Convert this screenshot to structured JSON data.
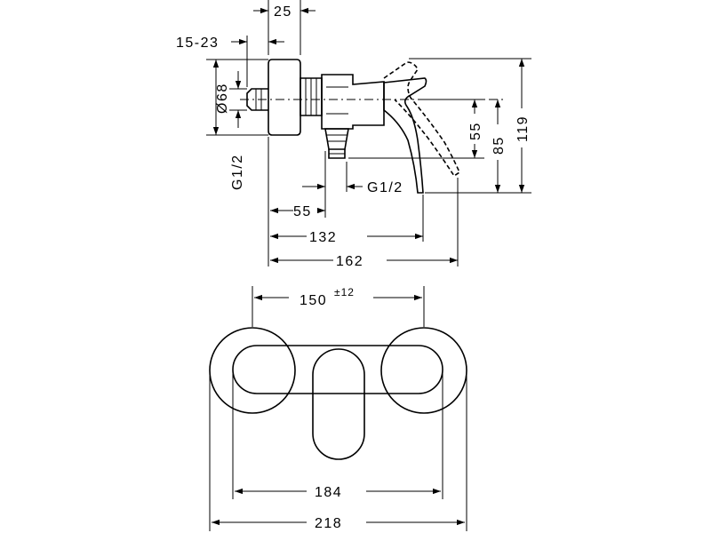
{
  "dimensions": {
    "d25": "25",
    "d15_23": "15-23",
    "d68": "Ø68",
    "g12_left": "G1/2",
    "g12_bottom": "G1/2",
    "d55_h": "55",
    "d132": "132",
    "d162": "162",
    "d55_v": "55",
    "d85": "85",
    "d119": "119",
    "d150": "150",
    "d150_tol": "±12",
    "d184": "184",
    "d218": "218"
  }
}
